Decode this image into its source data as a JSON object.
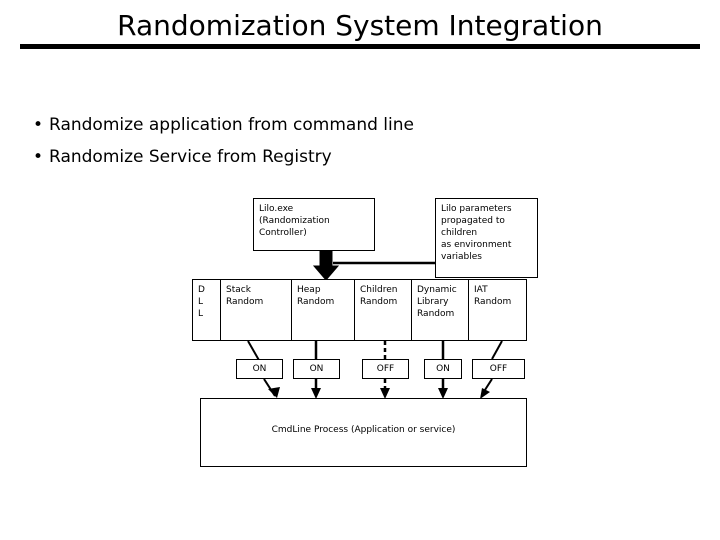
{
  "slide": {
    "title": "Randomization System Integration",
    "bullet_marker": "•",
    "bullets": [
      "Randomize application from command line",
      "Randomize Service from Registry"
    ]
  },
  "diagram": {
    "controller_box": {
      "line1": "Lilo.exe",
      "line2": "(Randomization",
      "line3": "Controller)"
    },
    "params_box": {
      "line1": "Lilo parameters",
      "line2": "propagated to",
      "line3": "children",
      "line4": "as environment",
      "line5": "variables"
    },
    "dll_row": {
      "cells": [
        {
          "name": "dll",
          "line1": "D",
          "line2": "L",
          "line3": "L"
        },
        {
          "name": "stack",
          "line1": "Stack",
          "line2": "Random",
          "line3": ""
        },
        {
          "name": "heap",
          "line1": "Heap",
          "line2": "Random",
          "line3": ""
        },
        {
          "name": "children",
          "line1": "Children",
          "line2": "Random",
          "line3": ""
        },
        {
          "name": "dynamic-library",
          "line1": "Dynamic",
          "line2": "Library",
          "line3": "Random"
        },
        {
          "name": "iat",
          "line1": "IAT",
          "line2": "Random",
          "line3": ""
        }
      ]
    },
    "states": [
      {
        "for": "stack",
        "label": "ON"
      },
      {
        "for": "heap",
        "label": "ON"
      },
      {
        "for": "children",
        "label": "OFF"
      },
      {
        "for": "dynamic-library",
        "label": "ON"
      },
      {
        "for": "iat",
        "label": "OFF"
      }
    ],
    "process_box": {
      "label": "CmdLine Process (Application or service)"
    }
  },
  "colors": {
    "background": "#ffffff",
    "foreground": "#000000",
    "rule": "#000000"
  }
}
